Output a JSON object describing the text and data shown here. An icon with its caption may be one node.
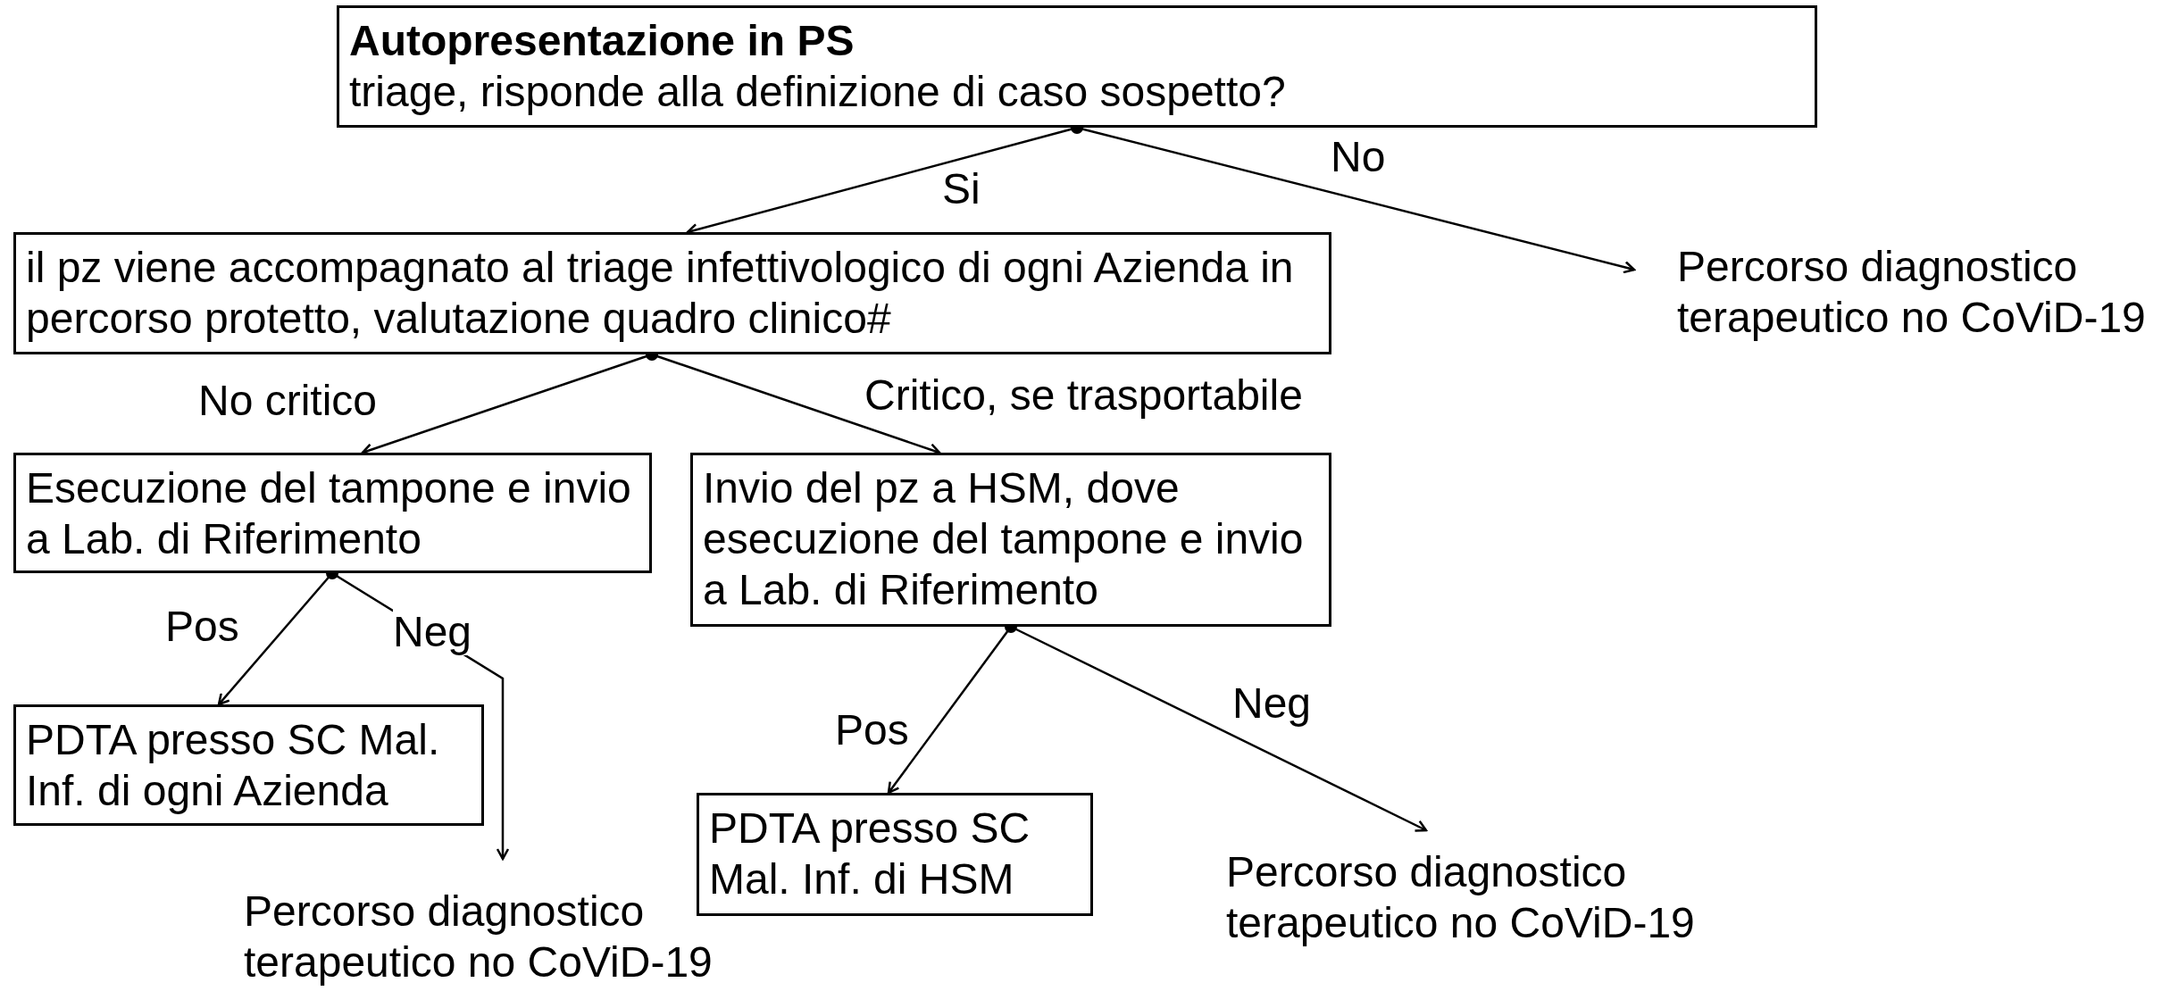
{
  "diagram": {
    "nodes": [
      {
        "text": [
          "Autopresentazione in PS",
          "triage, risponde alla definizione di caso sospetto?"
        ]
      },
      {
        "text": [
          "il pz viene accompagnato al triage infettivologico di ogni Azienda in percorso protetto, valutazione quadro clinico#"
        ]
      },
      {
        "text": [
          "Percorso diagnostico terapeutico no CoViD-19"
        ]
      },
      {
        "text": [
          "Esecuzione del tampone e invio a Lab. di Riferimento"
        ]
      },
      {
        "text": [
          "Invio del pz a HSM, dove esecuzione del tampone e invio a Lab. di Riferimento"
        ]
      },
      {
        "text": [
          "PDTA presso SC Mal. Inf. di ogni Azienda"
        ]
      },
      {
        "text": [
          "Percorso diagnostico terapeutico no CoViD-19"
        ]
      },
      {
        "text": [
          "PDTA presso SC Mal. Inf. di HSM"
        ]
      },
      {
        "text": [
          "Percorso diagnostico terapeutico no CoViD-19"
        ]
      }
    ],
    "edges": [
      {
        "from": 0,
        "to": 1,
        "arrow": "to",
        "label": "Si"
      },
      {
        "from": 0,
        "to": 2,
        "arrow": "to",
        "label": "No"
      },
      {
        "from": 1,
        "to": 3,
        "arrow": "to",
        "label": "No critico"
      },
      {
        "from": 1,
        "to": 4,
        "arrow": "to",
        "label": "Critico, se trasportabile"
      },
      {
        "from": 3,
        "to": 5,
        "arrow": "to",
        "label": "Pos"
      },
      {
        "from": 3,
        "to": 6,
        "arrow": "to",
        "label": "Neg"
      },
      {
        "from": 4,
        "to": 7,
        "arrow": "to",
        "label": "Pos"
      },
      {
        "from": 4,
        "to": 8,
        "arrow": "to",
        "label": "Neg"
      }
    ]
  }
}
